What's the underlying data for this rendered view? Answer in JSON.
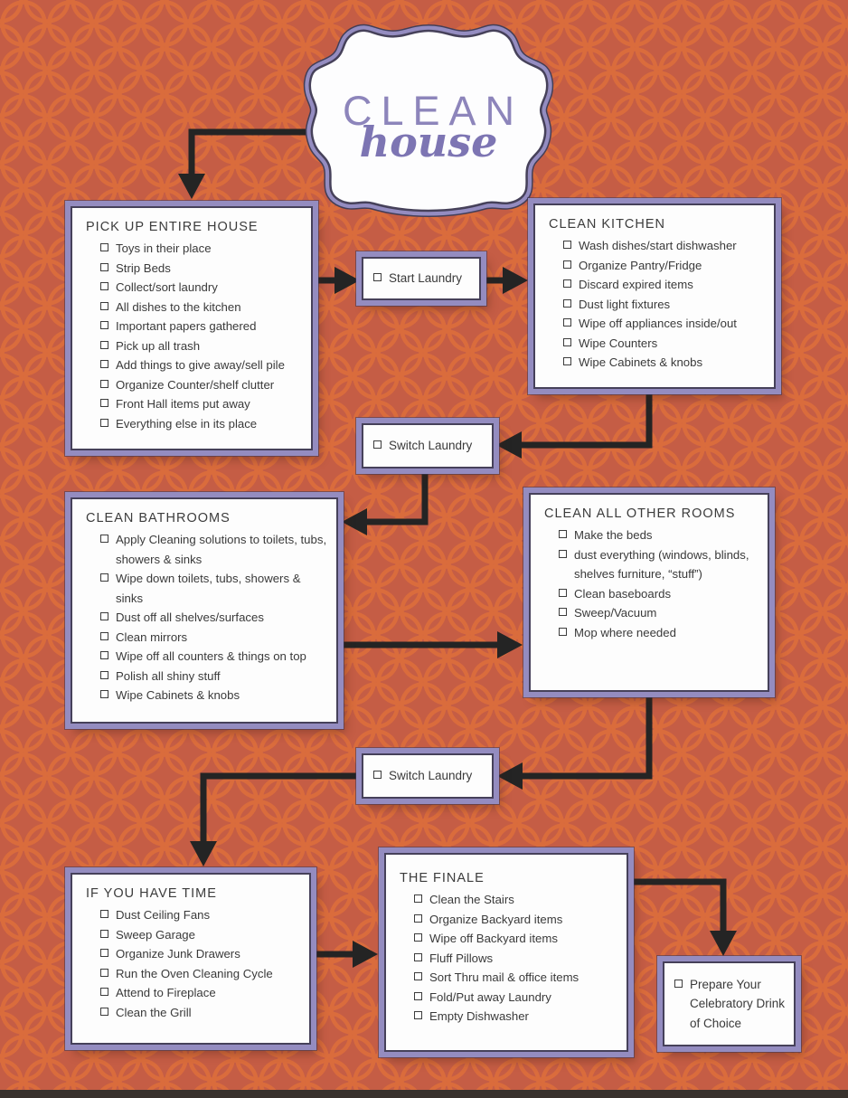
{
  "badge": {
    "line1": "CLEAN",
    "line2": "house"
  },
  "boxes": {
    "pickup": {
      "title": "PICK UP ENTIRE HOUSE",
      "items": [
        "Toys in their place",
        "Strip Beds",
        "Collect/sort laundry",
        "All dishes to the kitchen",
        "Important papers gathered",
        "Pick up all trash",
        "Add things to give away/sell pile",
        "Organize Counter/shelf clutter",
        "Front Hall items put away",
        "Everything else in its place"
      ]
    },
    "start_laundry": {
      "items": [
        "Start Laundry"
      ]
    },
    "kitchen": {
      "title": "CLEAN KITCHEN",
      "items": [
        "Wash dishes/start dishwasher",
        "Organize Pantry/Fridge",
        "Discard expired items",
        "Dust light fixtures",
        "Wipe off appliances inside/out",
        "Wipe Counters",
        "Wipe Cabinets & knobs"
      ]
    },
    "switch_laundry_1": {
      "items": [
        "Switch Laundry"
      ]
    },
    "bathrooms": {
      "title": "CLEAN BATHROOMS",
      "items": [
        "Apply Cleaning solutions to toilets, tubs, showers & sinks",
        "Wipe down toilets, tubs, showers & sinks",
        "Dust off all shelves/surfaces",
        "Clean mirrors",
        "Wipe off all counters & things on top",
        "Polish all shiny stuff",
        "Wipe Cabinets & knobs"
      ]
    },
    "other_rooms": {
      "title": "CLEAN ALL OTHER ROOMS",
      "items": [
        "Make the beds",
        "dust everything (windows, blinds, shelves furniture, “stuff”)",
        "Clean baseboards",
        "Sweep/Vacuum",
        "Mop where needed"
      ]
    },
    "switch_laundry_2": {
      "items": [
        "Switch Laundry"
      ]
    },
    "if_time": {
      "title": "IF YOU HAVE TIME",
      "items": [
        "Dust Ceiling Fans",
        "Sweep Garage",
        "Organize Junk Drawers",
        "Run the Oven Cleaning Cycle",
        "Attend to Fireplace",
        "Clean the Grill"
      ]
    },
    "finale": {
      "title": "THE FINALE",
      "items": [
        "Clean the Stairs",
        "Organize Backyard items",
        "Wipe off Backyard items",
        "Fluff Pillows",
        "Sort Thru mail & office items",
        "Fold/Put away Laundry",
        "Empty Dishwasher"
      ]
    },
    "celebrate": {
      "items": [
        "Prepare Your Celebratory Drink of Choice"
      ]
    }
  },
  "icons": {
    "checkbox_icon": "empty-square",
    "arrowhead_icon": "solid-triangle"
  },
  "colors": {
    "background": "#c55d45",
    "pattern_rings": "#da6c3c",
    "box_border_outer": "#948cc0",
    "box_border_inner": "#46415a",
    "box_fill": "#fdfdfd",
    "arrow": "#242424",
    "badge_purple": "#8d85bb",
    "text": "#3a3a3a"
  }
}
